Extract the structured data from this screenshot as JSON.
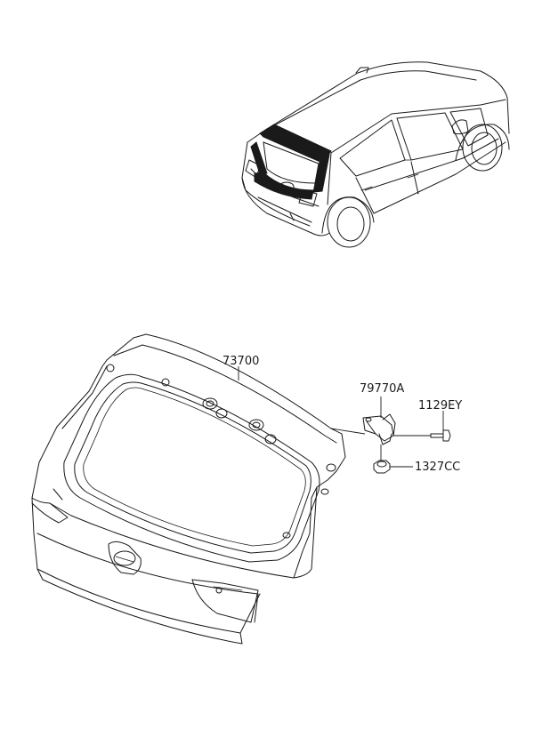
{
  "diagram": {
    "parts": [
      {
        "key": "tailgate",
        "number": "73700"
      },
      {
        "key": "hinge",
        "number": "79770A"
      },
      {
        "key": "bolt",
        "number": "1129EY"
      },
      {
        "key": "nut",
        "number": "1327CC"
      }
    ]
  }
}
